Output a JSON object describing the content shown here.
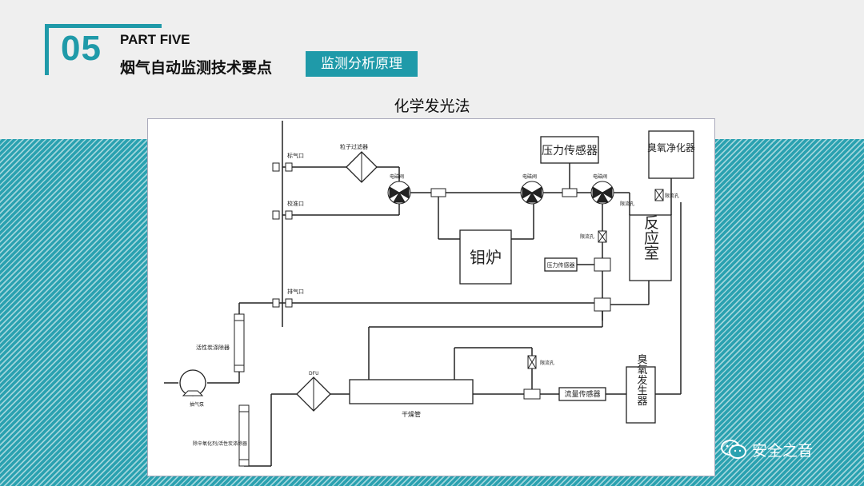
{
  "header": {
    "number": "05",
    "part_label": "PART FIVE",
    "subtitle": "烟气自动监测技术要点",
    "tag": "监测分析原理"
  },
  "diagram": {
    "title": "化学发光法",
    "labels": {
      "sample_port": "标气口",
      "check_port": "校准口",
      "exhaust_port": "排气口",
      "particle_filter": "粒子过滤器",
      "solenoid_valve": "电磁阀",
      "pressure_sensor_top": "压力传感器",
      "ozone_scrubber": "臭氧净化器",
      "restrictor": "限流孔",
      "reactor": "反应室",
      "moly_furnace": "钼炉",
      "pressure_sensor_small": "压力传感器",
      "carbon_scrubber": "活性炭涤除器",
      "pump": "抽气泵",
      "dfu": "DFU",
      "dryer": "干燥管",
      "flow_sensor": "流量传感器",
      "ozone_generator": "臭氧发生器",
      "scrubber_bottom": "除辛氧化剂/活性炭涤除器"
    }
  },
  "watermark": {
    "text": "安全之音"
  }
}
